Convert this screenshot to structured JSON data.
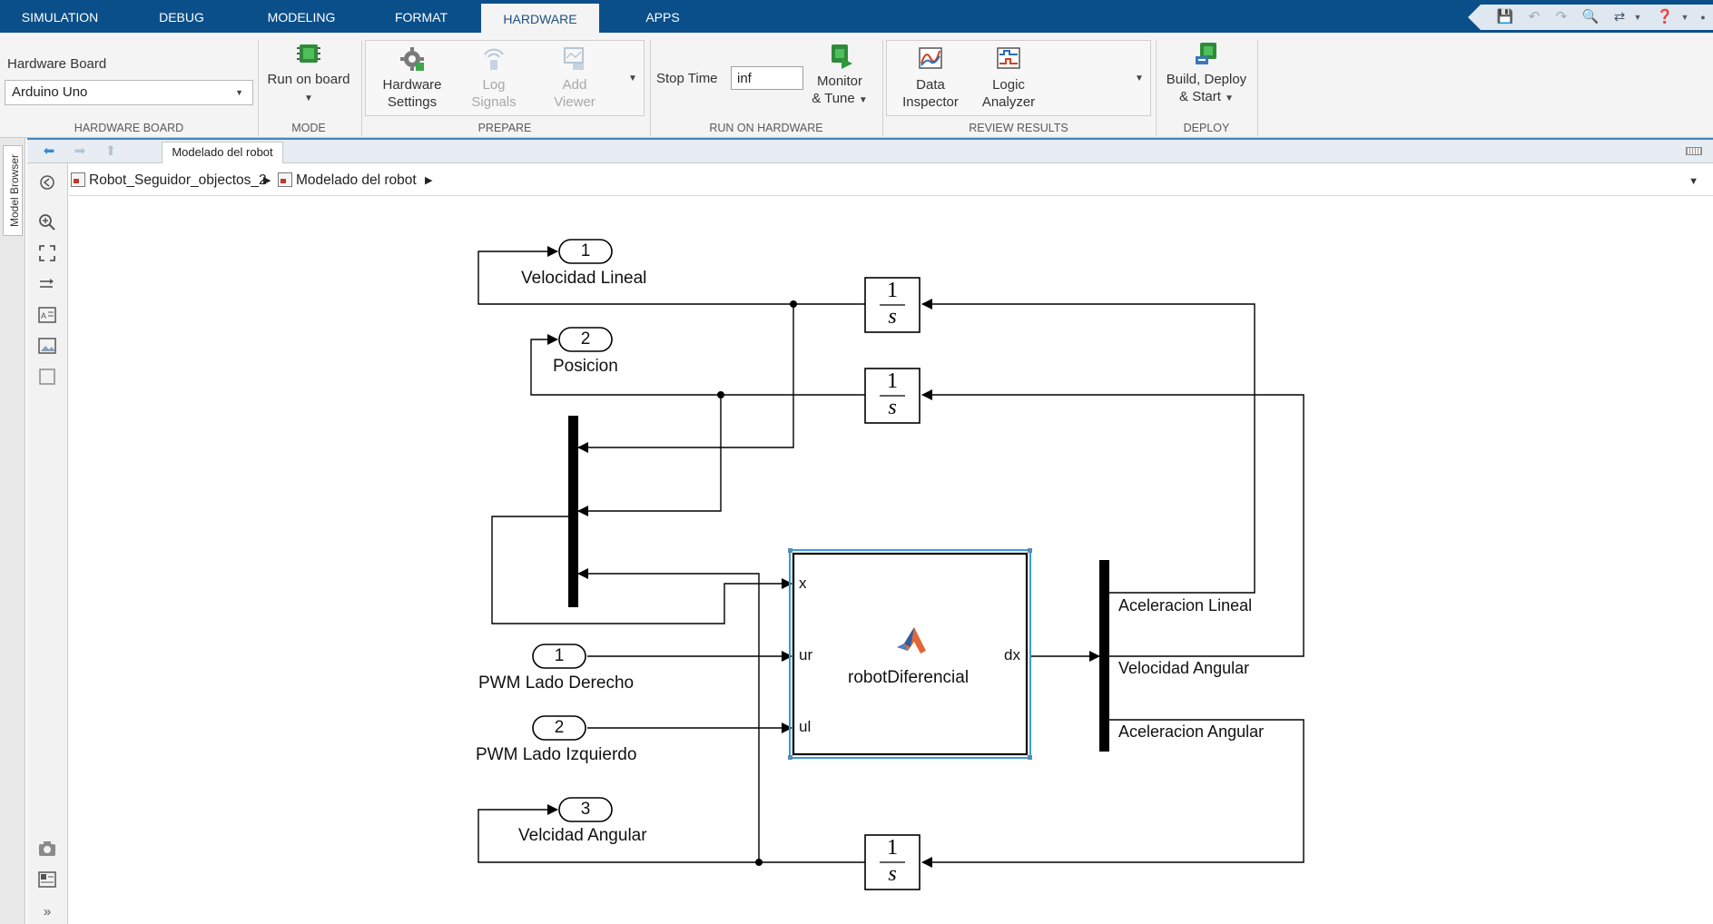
{
  "tabs": [
    {
      "label": "SIMULATION",
      "active": false
    },
    {
      "label": "DEBUG",
      "active": false
    },
    {
      "label": "MODELING",
      "active": false
    },
    {
      "label": "FORMAT",
      "active": false
    },
    {
      "label": "HARDWARE",
      "active": true
    },
    {
      "label": "APPS",
      "active": false
    }
  ],
  "quick_access": {
    "icons": [
      "save-icon",
      "undo-icon",
      "redo-icon",
      "find-icon",
      "compare-icon",
      "help-icon"
    ]
  },
  "ribbon": {
    "hardware_board": {
      "label": "Hardware Board",
      "value": "Arduino Uno",
      "section": "HARDWARE BOARD"
    },
    "mode": {
      "button": "Run on board",
      "section": "MODE"
    },
    "prepare": {
      "hardware_settings": [
        "Hardware",
        "Settings"
      ],
      "log_signals": [
        "Log",
        "Signals"
      ],
      "add_viewer": [
        "Add",
        "Viewer"
      ],
      "section": "PREPARE"
    },
    "run_on_hardware": {
      "stop_time_label": "Stop Time",
      "stop_time_value": "inf",
      "monitor_tune": [
        "Monitor",
        "& Tune"
      ],
      "section": "RUN ON HARDWARE"
    },
    "review_results": {
      "data_inspector": [
        "Data",
        "Inspector"
      ],
      "logic_analyzer": [
        "Logic",
        "Analyzer"
      ],
      "section": "REVIEW RESULTS"
    },
    "deploy": {
      "build_deploy": [
        "Build, Deploy",
        "& Start"
      ],
      "section": "DEPLOY"
    }
  },
  "editor": {
    "model_browser_label": "Model Browser",
    "open_tab": "Modelado del robot",
    "breadcrumbs": [
      "Robot_Seguidor_objectos_2",
      "Modelado del robot"
    ]
  },
  "diagram": {
    "outports": [
      {
        "number": "1",
        "label": "Velocidad Lineal"
      },
      {
        "number": "2",
        "label": "Posicion"
      },
      {
        "number": "3",
        "label": "Velcidad Angular"
      }
    ],
    "inports": [
      {
        "number": "1",
        "label": "PWM Lado Derecho"
      },
      {
        "number": "2",
        "label": "PWM Lado Izquierdo"
      }
    ],
    "integrator": {
      "numerator": "1",
      "denominator": "s"
    },
    "function_block": {
      "name": "robotDiferencial",
      "inputs": [
        "x",
        "ur",
        "ul"
      ],
      "output": "dx"
    },
    "demux_labels": [
      "Aceleracion Lineal",
      "Velocidad Angular",
      "Aceleracion Angular"
    ]
  }
}
